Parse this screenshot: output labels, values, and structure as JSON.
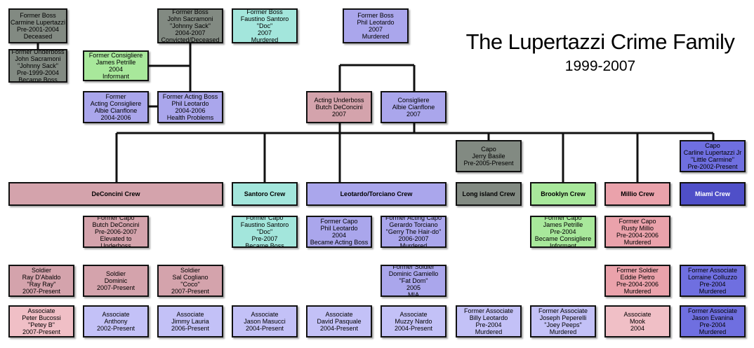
{
  "title": "The Lupertazzi Crime Family",
  "subtitle": "1999-2007",
  "colors": {
    "gray": "#828a82",
    "cyan": "#a3e6dc",
    "green": "#a8e89b",
    "lavender": "#aaa6ec",
    "pink": "#d4a3ac",
    "lightlav": "#c3c1f7",
    "rose": "#eaa2ab",
    "lightpink": "#f0bfc6",
    "blue": "#6f6fe0",
    "royal": "#4f4fc8"
  },
  "nodes": [
    {
      "id": "carmine",
      "lines": [
        "Former Boss",
        "Carmine Lupertazzi",
        "Pre-2001-2004",
        "Deceased"
      ],
      "color": "gray"
    },
    {
      "id": "sacramoni-boss",
      "lines": [
        "Former Boss",
        "John Sacramoni",
        "\"Johnny Sack\"",
        "2004-2007",
        "Convicted/Deceased"
      ],
      "color": "gray"
    },
    {
      "id": "santoro-boss",
      "lines": [
        "Former Boss",
        "Faustino Santoro",
        "\"Doc\"",
        "2007",
        "Murdered"
      ],
      "color": "cyan"
    },
    {
      "id": "leotardo-boss",
      "lines": [
        "Former Boss",
        "Phil Leotardo",
        "2007",
        "Murdered"
      ],
      "color": "lavender"
    },
    {
      "id": "sacramoni-ub",
      "lines": [
        "Former Underboss",
        "John Sacramoni",
        "\"Johnny Sack\"",
        "Pre-1999-2004",
        "Became Boss"
      ],
      "color": "gray"
    },
    {
      "id": "petrille-consig",
      "lines": [
        "Former Consigliere",
        "James Petrille",
        "2004",
        "Informant"
      ],
      "color": "green"
    },
    {
      "id": "cianflone-acting",
      "lines": [
        "Former",
        "Acting Consigliere",
        "Albie Cianflone",
        "2004-2006"
      ],
      "color": "lavender"
    },
    {
      "id": "leotardo-actingboss",
      "lines": [
        "Former Acting Boss",
        "Phil Leotardo",
        "2004-2006",
        "Health Problems"
      ],
      "color": "lavender"
    },
    {
      "id": "deconcini-ub",
      "lines": [
        "Acting Underboss",
        "Butch DeConcini",
        "2007"
      ],
      "color": "pink"
    },
    {
      "id": "cianflone-consig",
      "lines": [
        "Consigliere",
        "Albie Cianflone",
        "2007"
      ],
      "color": "lavender"
    },
    {
      "id": "basile-capo",
      "lines": [
        "Capo",
        "Jerry Basile",
        "Pre-2005-Present"
      ],
      "color": "gray"
    },
    {
      "id": "lupertazzi-jr",
      "lines": [
        "Capo",
        "Carline Lupertazzi Jr",
        "\"Little Carmine\"",
        "Pre-2002-Present"
      ],
      "color": "blue"
    },
    {
      "id": "deconcini-crew",
      "lines": [
        "DeConcini Crew"
      ],
      "color": "pink",
      "crew": true
    },
    {
      "id": "santoro-crew",
      "lines": [
        "Santoro Crew"
      ],
      "color": "cyan",
      "crew": true
    },
    {
      "id": "leotardo-crew",
      "lines": [
        "Leotardo/Torciano Crew"
      ],
      "color": "lavender",
      "crew": true
    },
    {
      "id": "longisland-crew",
      "lines": [
        "Long island Crew"
      ],
      "color": "gray",
      "crew": true
    },
    {
      "id": "brooklyn-crew",
      "lines": [
        "Brooklyn Crew"
      ],
      "color": "green",
      "crew": true
    },
    {
      "id": "millio-crew",
      "lines": [
        "Millio Crew"
      ],
      "color": "rose",
      "crew": true
    },
    {
      "id": "miami-crew",
      "lines": [
        "Miami Crew"
      ],
      "color": "royal",
      "crew": true,
      "light": true
    },
    {
      "id": "deconcini-capo",
      "lines": [
        "Former Capo",
        "Butch DeConcini",
        "Pre-2006-2007",
        "Elevated to",
        "Underboss"
      ],
      "color": "pink"
    },
    {
      "id": "santoro-capo",
      "lines": [
        "Former Capo",
        "Faustino Santoro",
        "\"Doc\"",
        "Pre-2007",
        "Became Boss"
      ],
      "color": "cyan"
    },
    {
      "id": "leotardo-capo",
      "lines": [
        "Former Capo",
        "Phil Leotardo",
        "2004",
        "Became Acting Boss"
      ],
      "color": "lavender"
    },
    {
      "id": "torciano-capo",
      "lines": [
        "Former Acting Capo",
        "Gerardo Torciano",
        "\"Gerry The Hair-do\"",
        "2006-2007",
        "Murdered"
      ],
      "color": "lavender"
    },
    {
      "id": "petrille-capo",
      "lines": [
        "Former Capo",
        "James Petrille",
        "Pre-2004",
        "Became Consigliere",
        "Informant"
      ],
      "color": "green"
    },
    {
      "id": "millio-capo",
      "lines": [
        "Former Capo",
        "Rusty Millio",
        "Pre-2004-2006",
        "Murdered"
      ],
      "color": "rose"
    },
    {
      "id": "dabaldo",
      "lines": [
        "Soldier",
        "Ray D'Abaldo",
        "\"Ray Ray\"",
        "2007-Present"
      ],
      "color": "pink"
    },
    {
      "id": "dominic",
      "lines": [
        "Soldier",
        "Dominic",
        "2007-Present"
      ],
      "color": "pink"
    },
    {
      "id": "cogliano",
      "lines": [
        "Soldier",
        "Sal Cogliano",
        "\"Coco\"",
        "2007-Present"
      ],
      "color": "pink"
    },
    {
      "id": "gamiello",
      "lines": [
        "Former Soldier",
        "Dominic Gamiello",
        "\"Fat Dom\"",
        "2005",
        "MIA"
      ],
      "color": "lavender"
    },
    {
      "id": "pietro",
      "lines": [
        "Former Soldier",
        "Eddie Pietro",
        "Pre-2004-2006",
        "Murdered"
      ],
      "color": "rose"
    },
    {
      "id": "colluzzo",
      "lines": [
        "Former Associate",
        "Lorraine Colluzzo",
        "Pre-2004",
        "Murdered"
      ],
      "color": "blue"
    },
    {
      "id": "bucossi",
      "lines": [
        "Associate",
        "Peter Bucossi",
        "\"Petey B\"",
        "2007-Present"
      ],
      "color": "lightpink"
    },
    {
      "id": "anthony",
      "lines": [
        "Associate",
        "Anthony",
        "2002-Present"
      ],
      "color": "lightlav"
    },
    {
      "id": "lauria",
      "lines": [
        "Associate",
        "Jimmy Lauria",
        "2006-Present"
      ],
      "color": "lightlav"
    },
    {
      "id": "masucci",
      "lines": [
        "Associate",
        "Jason Masucci",
        "2004-Present"
      ],
      "color": "lightlav"
    },
    {
      "id": "pasquale",
      "lines": [
        "Associate",
        "David Pasquale",
        "2004-Present"
      ],
      "color": "lightlav"
    },
    {
      "id": "nardo",
      "lines": [
        "Associate",
        "Muzzy Nardo",
        "2004-Present"
      ],
      "color": "lightlav"
    },
    {
      "id": "billy-leotardo",
      "lines": [
        "Former Associate",
        "Billy Leotardo",
        "Pre-2004",
        "Murdered"
      ],
      "color": "lightlav"
    },
    {
      "id": "peperelli",
      "lines": [
        "Former Associate",
        "Joseph Peperelli",
        "\"Joey Peeps\"",
        "Murdered"
      ],
      "color": "lightlav"
    },
    {
      "id": "mook",
      "lines": [
        "Associate",
        "Mook",
        "2004"
      ],
      "color": "lightpink"
    },
    {
      "id": "evanina",
      "lines": [
        "Former Associate",
        "Jason Evanina",
        "Pre-2004",
        "Murdered"
      ],
      "color": "blue"
    }
  ]
}
